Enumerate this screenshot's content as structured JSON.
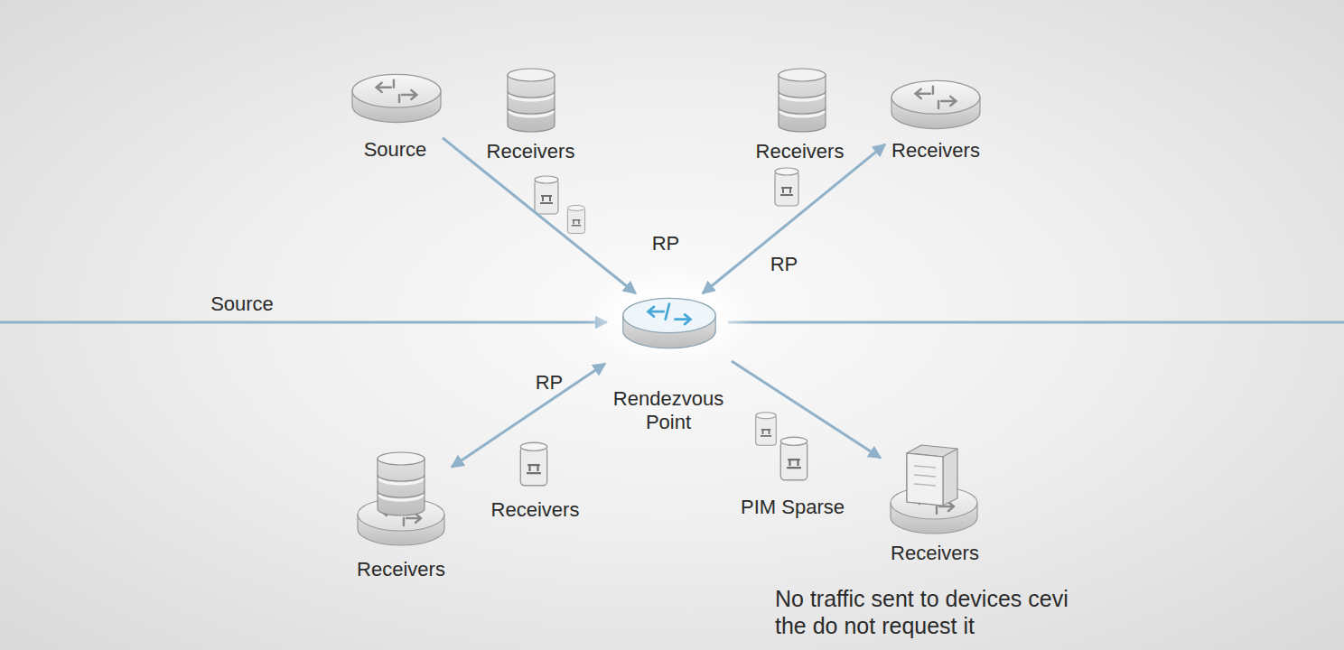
{
  "diagram": {
    "nodes": [
      {
        "text": [
          "Source"
        ]
      },
      {
        "text": [
          "Receivers"
        ]
      },
      {
        "text": [
          "Receivers"
        ]
      },
      {
        "text": [
          "Receivers"
        ]
      },
      {
        "text": [
          "Rendezvous Point"
        ]
      },
      {
        "text": [
          "Receivers"
        ]
      },
      {
        "text": [
          "PIM Sparse"
        ]
      },
      {
        "text": [
          "Receivers"
        ]
      },
      {
        "text": [
          "Receivers"
        ]
      }
    ],
    "edges": [
      {
        "from": 0,
        "to": 4,
        "arrow": "to"
      },
      {
        "from": 4,
        "to": 3,
        "arrow": "both",
        "label": "RP"
      },
      {
        "from": 4,
        "to": 7,
        "arrow": "both",
        "label": "RP"
      },
      {
        "from": 4,
        "to": 8,
        "arrow": "to"
      }
    ],
    "labels": [
      "RP",
      "Source",
      "No traffic sent to devices cevi the do not request it"
    ]
  }
}
